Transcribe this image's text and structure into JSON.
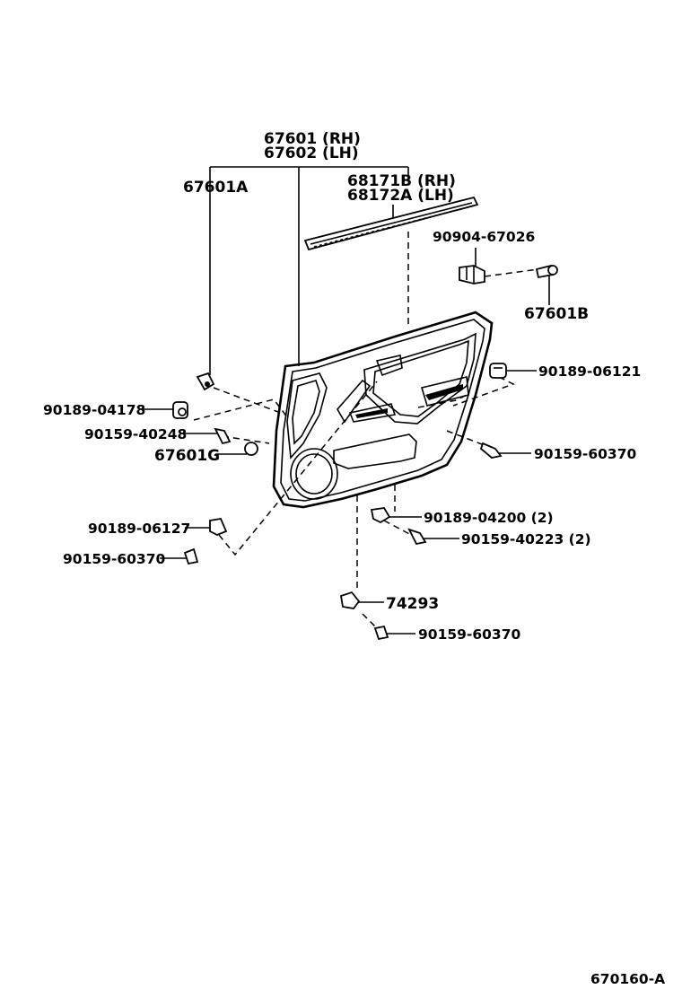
{
  "labels": {
    "panel_rh": "67601 (RH)",
    "panel_lh": "67602 (LH)",
    "p67601a": "67601A",
    "weather_rh": "68171B (RH)",
    "weather_lh": "68172A (LH)",
    "p90904": "90904-67026",
    "p67601b": "67601B",
    "p90189_06121": "90189-06121",
    "p90189_04178": "90189-04178",
    "p90159_40248": "90159-40248",
    "p67601g": "67601G",
    "p90159_60370_right": "90159-60370",
    "p90189_04200": "90189-04200 (2)",
    "p90159_40223": "90159-40223 (2)",
    "p90189_06127": "90189-06127",
    "p90159_60370_left": "90159-60370",
    "p74293": "74293",
    "p90159_60370_bottom": "90159-60370",
    "drawing_id": "670160-A"
  }
}
